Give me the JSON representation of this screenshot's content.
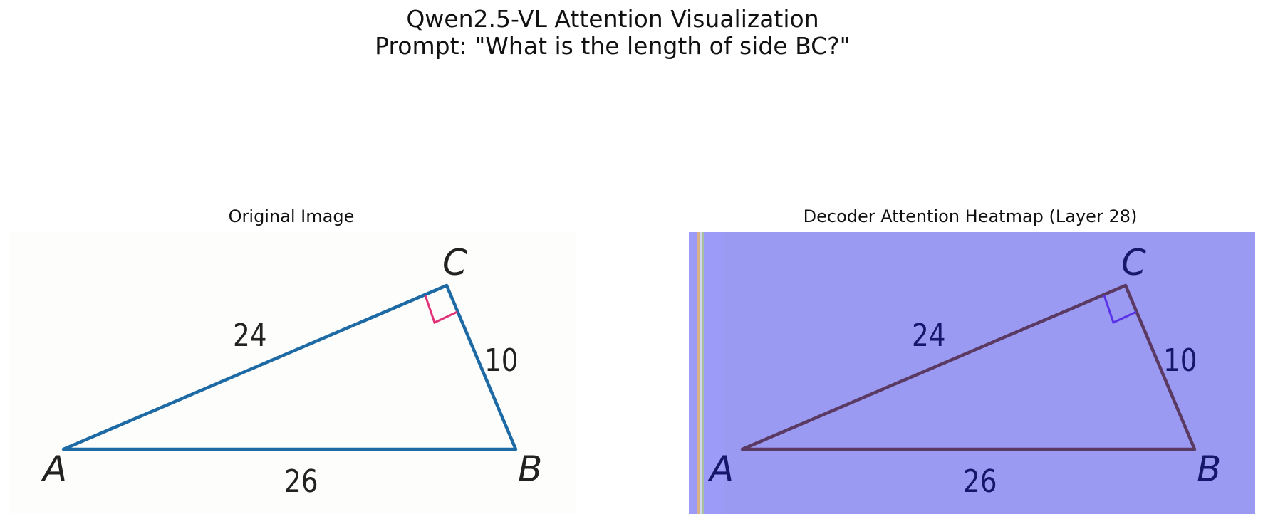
{
  "figure": {
    "title_line1": "Qwen2.5-VL Attention Visualization",
    "title_line2": "Prompt: \"What is the length of side BC?\""
  },
  "panels": {
    "left_title": "Original Image",
    "right_title": "Decoder Attention Heatmap (Layer 28)"
  },
  "diagram": {
    "vertices": {
      "a": "A",
      "b": "B",
      "c": "C"
    },
    "sides": {
      "ac": "24",
      "bc": "10",
      "ab": "26"
    },
    "right_angle_at": "C"
  },
  "colors": {
    "original_background": "#fdfdfb",
    "original_line": "#1d6aa5",
    "original_right_angle": "#e0337a",
    "original_text": "#222222",
    "heatmap_overlay": "#9a9af2",
    "heatmap_line": "#5a3a63",
    "heatmap_right_angle": "#5a33e8",
    "heatmap_text": "#16166a"
  }
}
